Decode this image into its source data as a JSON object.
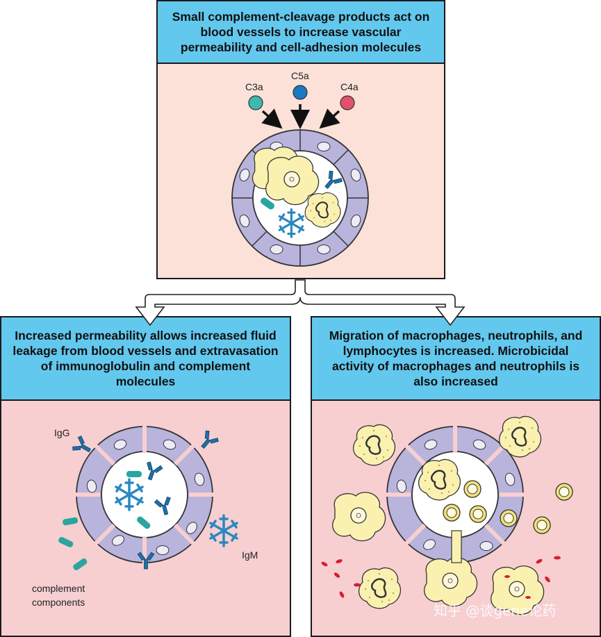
{
  "panels": {
    "top": {
      "title": "Small complement-cleavage products act on blood vessels to increase vascular permeability and cell-adhesion molecules"
    },
    "left": {
      "title": "Increased permeability allows increased fluid leakage from blood vessels and extravasation of immunoglobulin and complement molecules"
    },
    "right": {
      "title": "Migration of macrophages, neutrophils, and lymphocytes is increased. Microbicidal activity of macrophages and neutrophils is also increased"
    }
  },
  "labels": {
    "c3a": "C3a",
    "c5a": "C5a",
    "c4a": "C4a",
    "igg": "IgG",
    "igm": "IgM",
    "complement_line1": "complement",
    "complement_line2": "components"
  },
  "watermark": "知乎 @谈gene论药",
  "colors": {
    "header_blue": "#63c8ee",
    "top_body": "#fbe1d8",
    "bottom_body": "#f7cfd1",
    "vessel_cell": "#b8b4dc",
    "c3a": "#3fb8b0",
    "c5a": "#1a78c2",
    "c4a": "#e2506e",
    "antibody": "#1f6fa8",
    "complement": "#2aa5a0",
    "cell_yellow": "#faf1b0",
    "rbc": "#d42030"
  }
}
